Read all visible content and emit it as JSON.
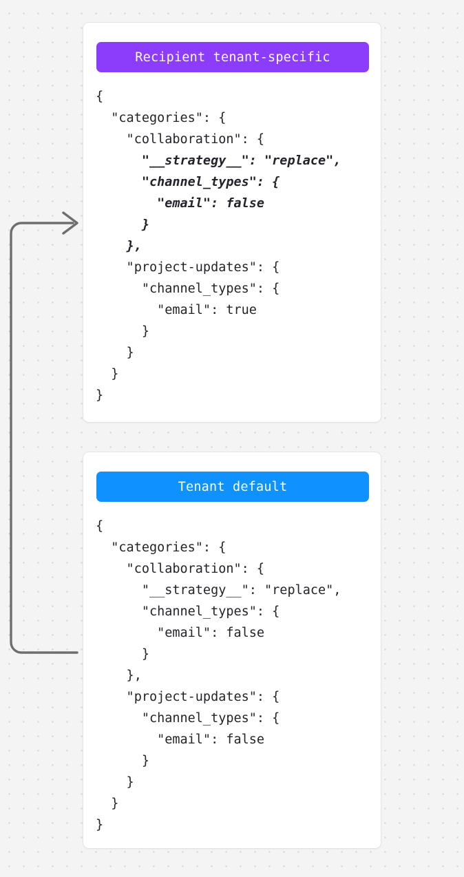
{
  "canvas": {
    "background_color": "#f4f4f5",
    "dot_color": "#cfcfd2"
  },
  "arrow": {
    "name": "feedback-arrow",
    "description": "curved arrow from tenant-default card back up into recipient tenant-specific card",
    "color": "#6e6e6e",
    "direction": "bottom-to-top-right"
  },
  "cards": [
    {
      "id": "recipient-tenant-specific",
      "badge": {
        "label": "Recipient tenant-specific",
        "color": "#8c3cfb",
        "text_color": "#ffffff"
      },
      "code_lines": [
        {
          "text": "{",
          "highlight": false
        },
        {
          "text": "  \"categories\": {",
          "highlight": false
        },
        {
          "text": "    \"collaboration\": {",
          "highlight": false
        },
        {
          "text": "      \"__strategy__\": \"replace\",",
          "highlight": true
        },
        {
          "text": "      \"channel_types\": {",
          "highlight": true
        },
        {
          "text": "        \"email\": false",
          "highlight": true
        },
        {
          "text": "      }",
          "highlight": true
        },
        {
          "text": "    },",
          "highlight": true
        },
        {
          "text": "    \"project-updates\": {",
          "highlight": false
        },
        {
          "text": "      \"channel_types\": {",
          "highlight": false
        },
        {
          "text": "        \"email\": true",
          "highlight": false
        },
        {
          "text": "      }",
          "highlight": false
        },
        {
          "text": "    }",
          "highlight": false
        },
        {
          "text": "  }",
          "highlight": false
        },
        {
          "text": "}",
          "highlight": false
        }
      ]
    },
    {
      "id": "tenant-default",
      "badge": {
        "label": "Tenant default",
        "color": "#0f92fd",
        "text_color": "#ffffff"
      },
      "code_lines": [
        {
          "text": "{",
          "highlight": false
        },
        {
          "text": "  \"categories\": {",
          "highlight": false
        },
        {
          "text": "    \"collaboration\": {",
          "highlight": false
        },
        {
          "text": "      \"__strategy__\": \"replace\",",
          "highlight": false
        },
        {
          "text": "      \"channel_types\": {",
          "highlight": false
        },
        {
          "text": "        \"email\": false",
          "highlight": false
        },
        {
          "text": "      }",
          "highlight": false
        },
        {
          "text": "    },",
          "highlight": false
        },
        {
          "text": "    \"project-updates\": {",
          "highlight": false
        },
        {
          "text": "      \"channel_types\": {",
          "highlight": false
        },
        {
          "text": "        \"email\": false",
          "highlight": false
        },
        {
          "text": "      }",
          "highlight": false
        },
        {
          "text": "    }",
          "highlight": false
        },
        {
          "text": "  }",
          "highlight": false
        },
        {
          "text": "}",
          "highlight": false
        }
      ]
    }
  ]
}
